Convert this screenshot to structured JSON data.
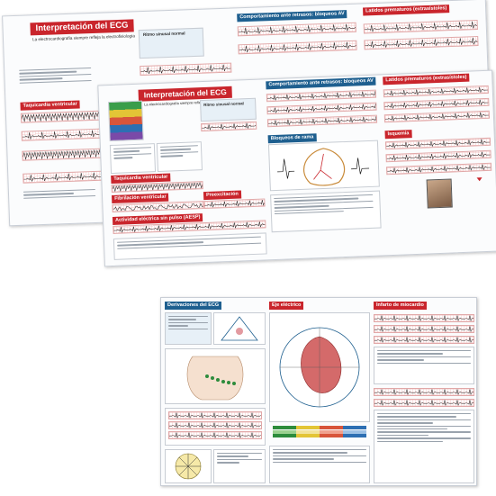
{
  "sheets": {
    "back": {
      "title": "Interpretación del ECG",
      "subtitle": "La electrocardiografía siempre refleja la electrofisiología",
      "tab_rhythm": "Ritmo sinusal normal",
      "section_av": "Comportamiento ante retrasos: bloqueos AV",
      "section_ext": "Latidos prematuros (extrasístoles)",
      "label_vt": "Taquicardia ventricular"
    },
    "front": {
      "title": "Interpretación del ECG",
      "subtitle": "La electrocardiografía siempre refleja la electrofisiología",
      "tab_rhythm": "Ritmo sinusal normal",
      "section_av": "Comportamiento ante retrasos: bloqueos AV",
      "section_ext": "Latidos prematuros (extrasístoles)",
      "section_branch": "Bloqueos de rama",
      "section_ischemia": "Isquemia",
      "label_vt": "Taquicardia ventricular",
      "label_vf": "Fibrilación ventricular",
      "label_wpw": "Preexcitación",
      "label_activity": "Actividad eléctrica sin pulso (AESP)"
    },
    "bottom": {
      "title": "Derivaciones del ECG",
      "section_mid": "Eje eléctrico",
      "section_right": "Infarto de miocardio"
    }
  },
  "colors": {
    "accent_red": "#c9252c",
    "grid_pink": "#f3c9c9",
    "panel_blue": "#e7f0f7",
    "trace": "#1a1a1a"
  }
}
